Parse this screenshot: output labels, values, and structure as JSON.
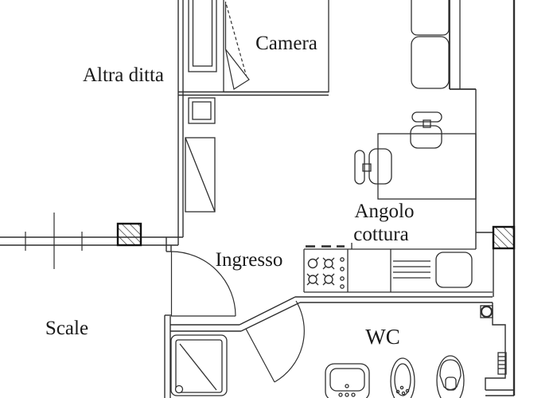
{
  "plan": {
    "type": "apartment-floor-plan",
    "labels": {
      "altra_ditta": "Altra ditta",
      "camera": "Camera",
      "angolo_line1": "Angolo",
      "angolo_line2": "cottura",
      "ingresso": "Ingresso",
      "scale": "Scale",
      "wc": "WC"
    },
    "colors": {
      "background": "#ffffff",
      "line": "#2f2f2f",
      "text": "#1a1a1a"
    }
  }
}
